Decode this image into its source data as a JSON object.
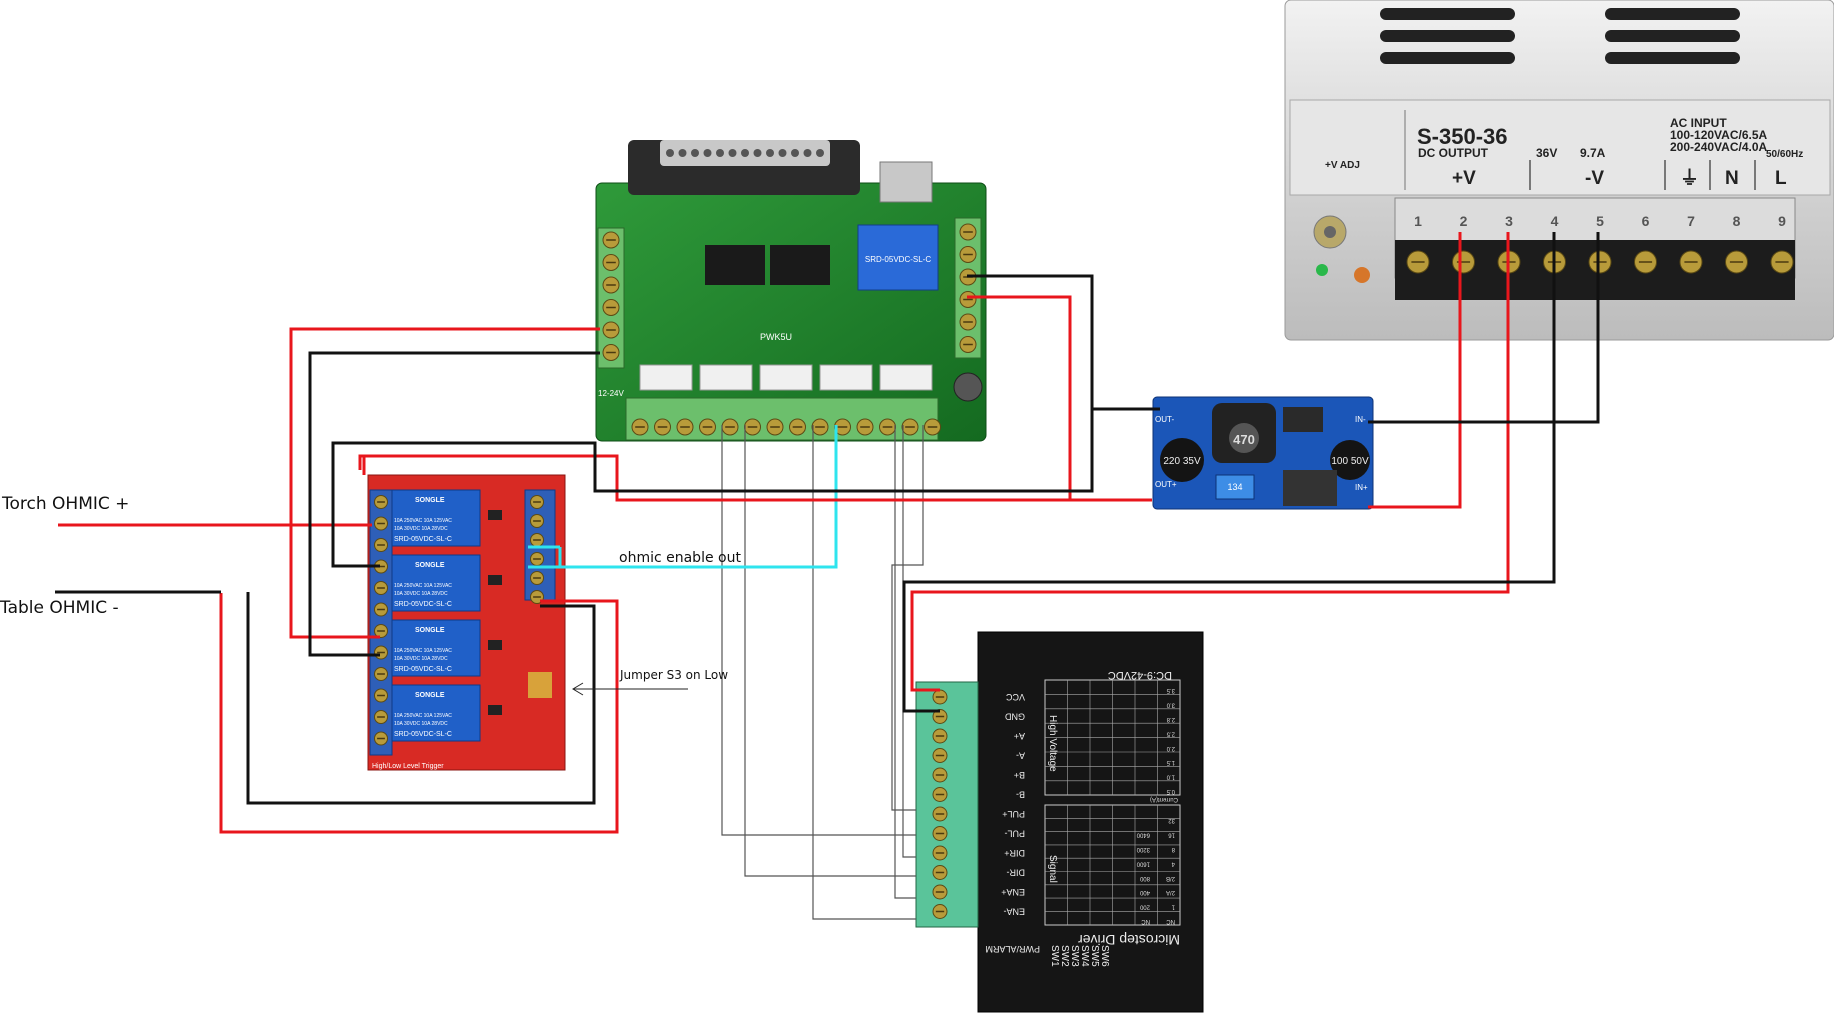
{
  "labels": {
    "torch_ohmic": "Torch OHMIC +",
    "table_ohmic": "Table OHMIC -",
    "ohmic_enable": "ohmic enable out",
    "jumper_note": "Jumper S3 on Low"
  },
  "power_supply": {
    "model": "S-350-36",
    "dc_output_label": "DC OUTPUT",
    "voltage": "36V",
    "current": "9.7A",
    "ac_input_label": "AC INPUT",
    "ac_line1": "100-120VAC/6.5A",
    "ac_line2": "200-240VAC/4.0A",
    "frequency": "50/60Hz",
    "adj_label": "+V ADJ",
    "terminal_plus": "+V",
    "terminal_minus": "-V",
    "terminal_n": "N",
    "terminal_l": "L",
    "terminal_numbers": [
      "1",
      "2",
      "3",
      "4",
      "5",
      "6",
      "7",
      "8",
      "9"
    ]
  },
  "breakout_board": {
    "relay_text": "SRD-05VDC-SL-C",
    "model": "PWK5U",
    "power_text": "12-24V"
  },
  "relay_board": {
    "brand": "SONGLE",
    "relay_text": "SRD-05VDC-SL-C",
    "rating_1": "10A 250VAC 10A 125VAC",
    "rating_2": "10A 30VDC 10A 28VDC",
    "footer": "High/Low Level Trigger"
  },
  "buck_converter": {
    "cap1": "220 35V",
    "cap2": "100 50V",
    "inductor": "470",
    "pot": "134",
    "out_plus": "OUT+",
    "out_minus": "OUT-",
    "in_plus": "IN+",
    "in_minus": "IN-"
  },
  "driver": {
    "title": "Microstep Driver",
    "dc_rating": "DC:9-42VDC",
    "high_voltage": "High Voltage",
    "signal": "Signal",
    "pins": [
      "VCC",
      "GND",
      "A+",
      "A-",
      "B+",
      "B-",
      "PUL+",
      "PUL-",
      "DIR+",
      "DIR-",
      "ENA+",
      "ENA-"
    ],
    "pwr_alarm": "PWR/ALARM",
    "switches": [
      "SW1",
      "SW2",
      "SW3",
      "SW4",
      "SW5",
      "SW6"
    ],
    "current_header": "Current(A)",
    "current_values": [
      "0.5",
      "1.0",
      "1.5",
      "2.0",
      "2.5",
      "2.8",
      "3.0",
      "3.5"
    ],
    "step_values": [
      "NC",
      "1",
      "2/A",
      "2/B",
      "4",
      "8",
      "16",
      "32"
    ],
    "pulse_values": [
      "NC",
      "200",
      "400",
      "800",
      "1600",
      "3200",
      "6400"
    ]
  },
  "colors": {
    "wire_red": "#e8161c",
    "wire_black": "#111111",
    "wire_cyan": "#2ee4ee",
    "wire_gray": "#555555",
    "pcb_green": "#1f7f2b",
    "relay_red": "#d82a24",
    "relay_blue": "#2060c8",
    "buck_blue": "#1b56b8",
    "terminal_green": "#3fa86a",
    "psu_silver": "#d6d6d6"
  }
}
